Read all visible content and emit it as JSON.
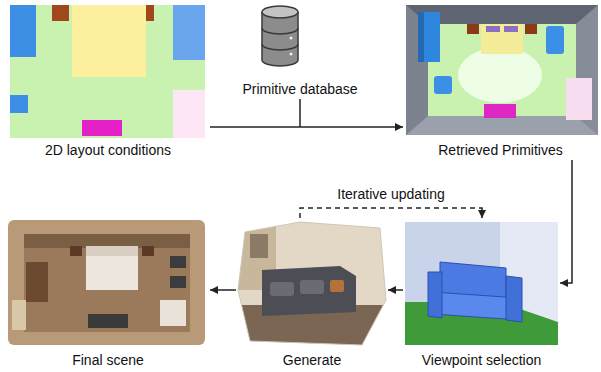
{
  "diagram": {
    "nodes": [
      {
        "text": [
          "2D layout conditions"
        ]
      },
      {
        "text": [
          "Retrieved Primitives"
        ]
      },
      {
        "text": [
          "Final scene"
        ]
      },
      {
        "text": [
          "Generate"
        ]
      },
      {
        "text": [
          "Viewpoint selection"
        ]
      }
    ],
    "edges": [
      {
        "from": 0,
        "to": 1,
        "arrow": "to"
      },
      {
        "from": 1,
        "to": 4,
        "arrow": "to"
      },
      {
        "from": 4,
        "to": 3,
        "arrow": "to"
      },
      {
        "from": 3,
        "to": 4,
        "label": "Iterative updating",
        "arrow": "to"
      },
      {
        "from": 3,
        "to": 2,
        "arrow": "to"
      }
    ],
    "labels": [
      "Primitive database"
    ]
  }
}
